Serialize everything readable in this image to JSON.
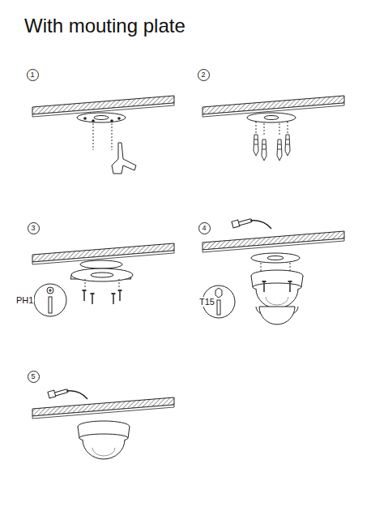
{
  "diagram": {
    "title": "With mouting plate",
    "nodes": [
      {
        "text": [
          "1"
        ]
      },
      {
        "text": [
          "2"
        ]
      },
      {
        "text": [
          "3"
        ]
      },
      {
        "text": [
          "4"
        ]
      },
      {
        "text": [
          "5"
        ]
      }
    ],
    "labels": [
      "PH1",
      "T15"
    ]
  }
}
